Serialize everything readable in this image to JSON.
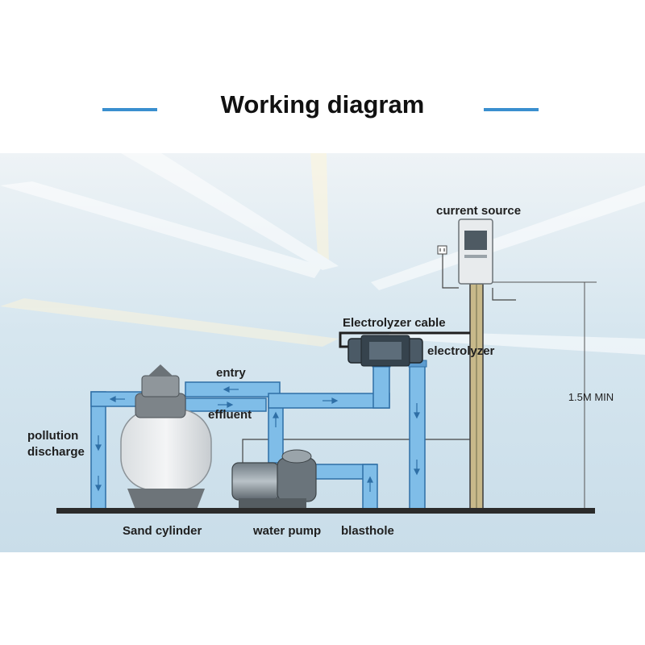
{
  "header": {
    "title": "Working diagram"
  },
  "colors": {
    "accent": "#3a8fcf",
    "pipe": "#7fbde8",
    "pipe_edge": "#2f6fa6",
    "flow_arrow": "#2f6fa6",
    "ground": "#2b2b2b",
    "post": "#c8b98a",
    "background": "#dbe9f2"
  },
  "labels": {
    "current_source": "current source",
    "electrolyzer_cable": "Electrolyzer cable",
    "electrolyzer": "electrolyzer",
    "entry": "entry",
    "effluent": "effluent",
    "pollution_line1": "pollution",
    "pollution_line2": "discharge",
    "sand_cylinder": "Sand cylinder",
    "water_pump": "water pump",
    "blasthole": "blasthole",
    "height": "1.5M MIN"
  },
  "icons": [
    "power-plug-icon"
  ]
}
